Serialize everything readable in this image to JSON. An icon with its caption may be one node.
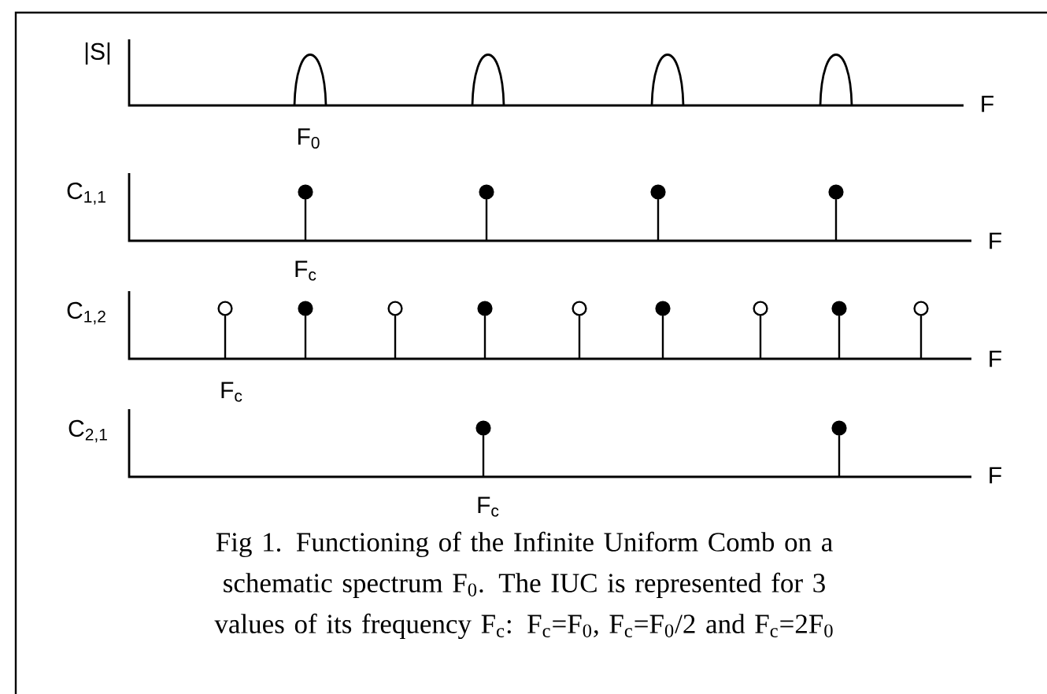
{
  "diagram": {
    "caption": "Fig 1. Functioning of the Infinite Uniform Comb on a schematic spectrum F$_{0}$. The IUC is represented for 3 values of its frequency F$_{c}$: F$_{c}$=F$_{0}$, F$_{c}$=F$_{0}$/2 and F$_{c}$=2F$_{0}$",
    "labels": [
      "|S|",
      "F",
      "F$_{0}$",
      "C$_{1,1}$",
      "F",
      "F$_{c}$",
      "C$_{1,2}$",
      "F",
      "F$_{c}$",
      "C$_{2,1}$",
      "F",
      "F$_{c}$"
    ]
  }
}
